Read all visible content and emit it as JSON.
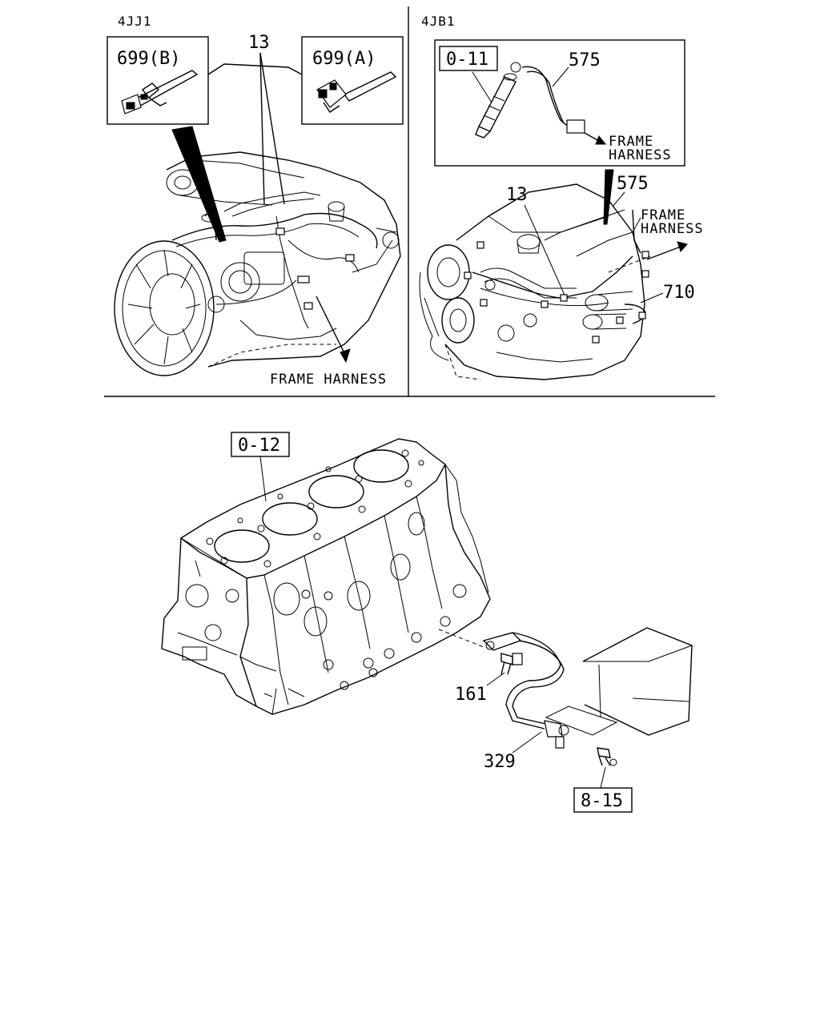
{
  "panels": {
    "top_left": {
      "header": "4JJ1",
      "callouts": {
        "part_13": "13",
        "part_699b": "699(B)",
        "part_699a": "699(A)",
        "frame_harness": "FRAME HARNESS"
      }
    },
    "top_right": {
      "header": "4JB1",
      "callouts": {
        "ref_0_11": "0-11",
        "part_575_inset": "575",
        "frame_harness_inset_1": "FRAME",
        "frame_harness_inset_2": "HARNESS",
        "part_13": "13",
        "part_575": "575",
        "frame_harness_1": "FRAME",
        "frame_harness_2": "HARNESS",
        "part_710": "710"
      }
    },
    "bottom": {
      "callouts": {
        "ref_0_12": "0-12",
        "part_161": "161",
        "part_329": "329",
        "ref_8_15": "8-15"
      }
    }
  },
  "icons": [
    "engine-4jj1-illustration",
    "engine-4jb1-illustration",
    "cylinder-block-illustration",
    "glow-plug-icon",
    "sensor-bracket-icon",
    "clip-699a-icon",
    "clip-699b-icon"
  ],
  "colors": {
    "ink": "#000000",
    "paper": "#ffffff"
  }
}
